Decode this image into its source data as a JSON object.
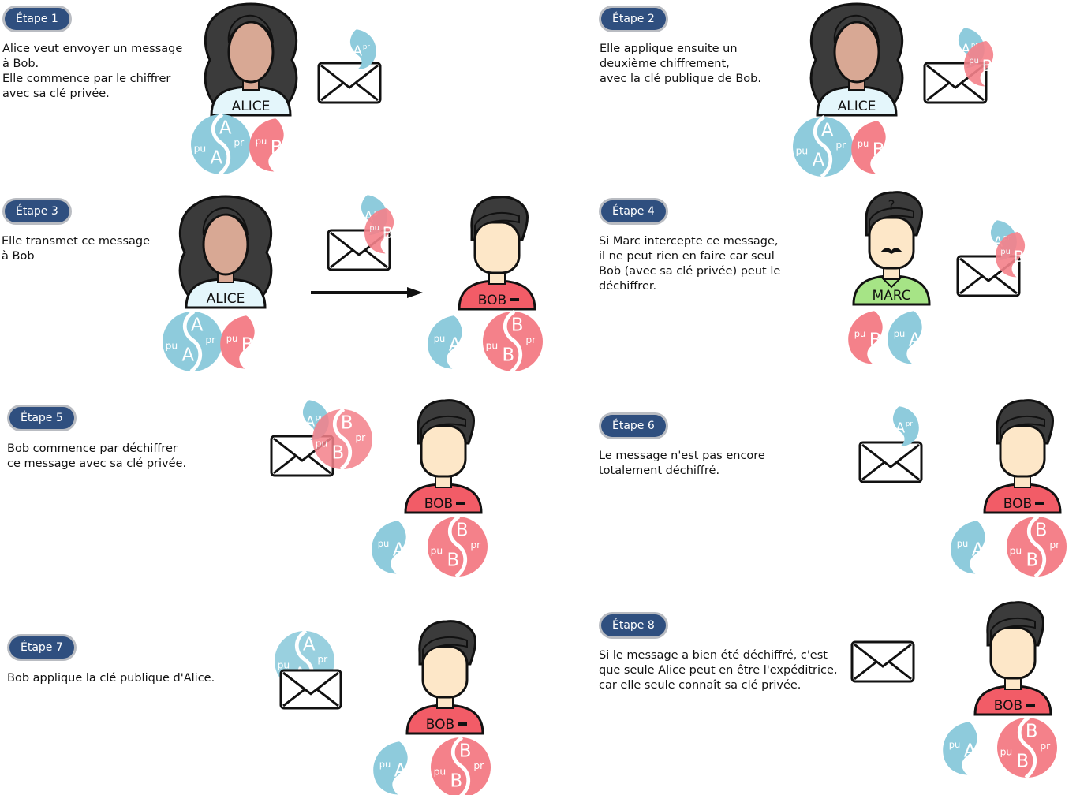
{
  "colors": {
    "badge": "#2f4f7f",
    "badge_border": "#b9bcc2",
    "alice_key": "#8ecbdc",
    "bob_key": "#f4818a",
    "bob_shirt": "#f25c67",
    "marc_shirt": "#a6e486",
    "alice_shirt": "#e4f6fb",
    "skin": "#fde7c8",
    "alice_skin": "#d8a894",
    "hair": "#3b3b3b"
  },
  "key_text": {
    "pub": "pu",
    "priv": "pr",
    "alice_letter": "A",
    "bob_letter": "B"
  },
  "people": {
    "alice": "ALICE",
    "bob": "BOB",
    "marc": "MARC",
    "marc_mark": "?"
  },
  "steps": [
    {
      "label": "Étape 1",
      "text": "Alice veut envoyer un message\nà Bob.\nElle commence par le chiffrer\navec sa clé privée."
    },
    {
      "label": "Étape 2",
      "text": "Elle applique ensuite un\ndeuxième chiffrement,\navec la clé publique de Bob."
    },
    {
      "label": "Étape 3",
      "text": "Elle transmet ce message\nà Bob"
    },
    {
      "label": "Étape 4",
      "text": "Si Marc intercepte ce message,\nil ne peut rien en faire car seul\nBob (avec sa clé privée) peut le\ndéchiffrer."
    },
    {
      "label": "Étape 5",
      "text": "Bob commence par déchiffrer\nce message avec sa clé privée."
    },
    {
      "label": "Étape 6",
      "text": "Le message n'est pas encore\ntotalement déchiffré."
    },
    {
      "label": "Étape 7",
      "text": "Bob applique la clé publique d'Alice."
    },
    {
      "label": "Étape 8",
      "text": "Si le message a bien été déchiffré, c'est\nque seule Alice peut en être l'expéditrice,\ncar elle seule connaît sa clé privée."
    }
  ]
}
